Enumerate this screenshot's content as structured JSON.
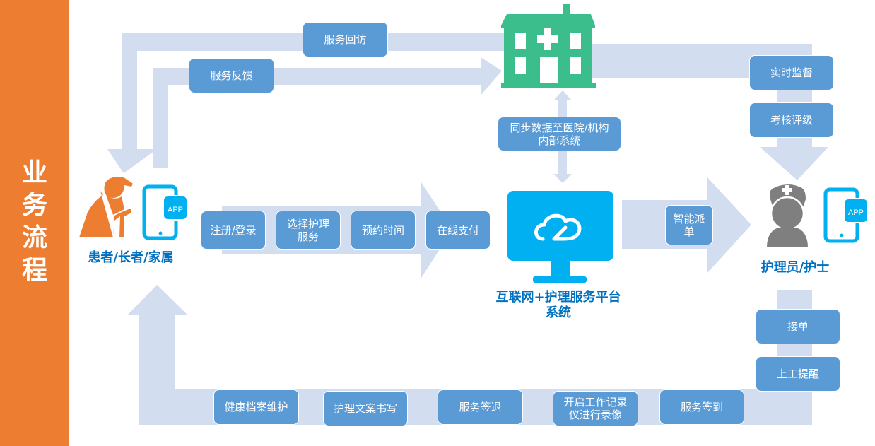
{
  "sidebar": {
    "title_chars": [
      "业",
      "务",
      "流",
      "程"
    ],
    "color": "#ED7D31"
  },
  "colors": {
    "arrow": "#D2DEEF",
    "box": "#5B9BD5",
    "hospital": "#3BBD8C",
    "platform": "#00B0F0",
    "nurse": "#7F7F7F",
    "patient": "#ED7D31",
    "label": "#0070C0"
  },
  "actors": {
    "patient": {
      "label": "患者/长者/家属",
      "icon": "elderly-person-icon",
      "app_badge": "APP"
    },
    "hospital": {
      "icon": "hospital-icon"
    },
    "platform": {
      "label": "互联网+护理服务平台\n系统",
      "icon": "cloud-monitor-icon"
    },
    "nurse": {
      "label": "护理员/护士",
      "icon": "nurse-icon",
      "app_badge": "APP"
    }
  },
  "top_flows": {
    "service_revisit": "服务回访",
    "service_feedback": "服务反馈",
    "sync_data": "同步数据至医院/机构\n内部系统",
    "realtime_supervision": "实时监督",
    "assessment_rating": "考核评级"
  },
  "booking_steps": [
    "注册/登录",
    "选择护理\n服务",
    "预约时间",
    "在线支付"
  ],
  "dispatch": "智能派\n单",
  "nurse_steps": [
    "接单",
    "上工提醒"
  ],
  "bottom_steps": [
    "健康档案维护",
    "护理文案书写",
    "服务签退",
    "开启工作记录\n仪进行录像",
    "服务签到"
  ]
}
